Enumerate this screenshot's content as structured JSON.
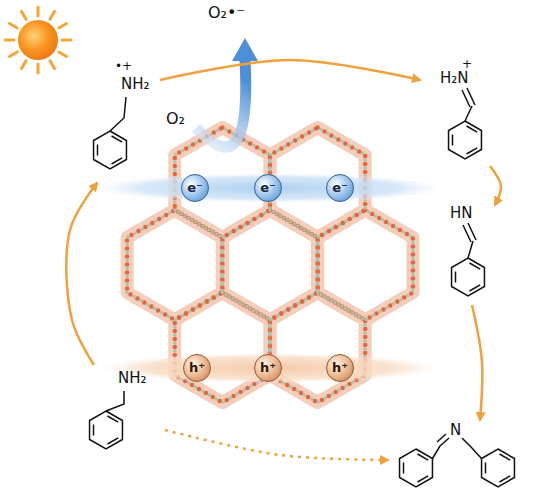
{
  "diagram": {
    "nodes": [
      {
        "text": [
          "•+",
          "NH₂"
        ]
      },
      {
        "text": [
          "+",
          "H₂N"
        ]
      },
      {
        "text": [
          "e⁻"
        ]
      },
      {
        "text": [
          "e⁻"
        ]
      },
      {
        "text": [
          "e⁻"
        ]
      },
      {
        "text": [
          "HN"
        ]
      },
      {
        "text": [
          "h⁺"
        ]
      },
      {
        "text": [
          "h⁺"
        ]
      },
      {
        "text": [
          "h⁺"
        ]
      },
      {
        "text": [
          "NH₂"
        ]
      },
      {
        "text": [
          "N"
        ]
      }
    ],
    "edges": [
      {
        "from": 9,
        "to": 0,
        "arrow": "to"
      },
      {
        "from": 0,
        "to": 1,
        "arrow": "to"
      },
      {
        "from": 1,
        "to": 5,
        "arrow": "to"
      },
      {
        "from": 5,
        "to": 10,
        "arrow": "to"
      },
      {
        "from": 9,
        "to": 10,
        "arrow": "to"
      }
    ],
    "labels": [
      "O₂•⁻",
      "O₂"
    ]
  }
}
